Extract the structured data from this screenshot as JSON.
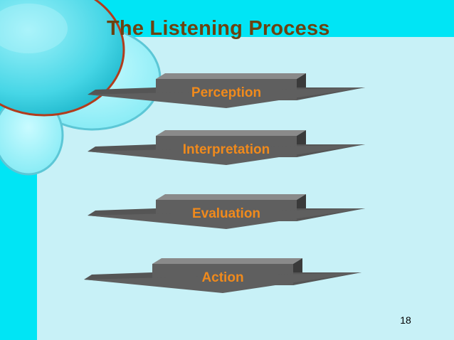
{
  "slide": {
    "title": "The Listening Process",
    "page_number": "18"
  },
  "steps": [
    {
      "label": "Perception"
    },
    {
      "label": "Interpretation"
    },
    {
      "label": "Evaluation"
    },
    {
      "label": "Action"
    }
  ],
  "colors": {
    "background_outer": "#00e5f5",
    "background_panel": "#c8f1f7",
    "title": "#6b4210",
    "step_text": "#f08a1c",
    "arrow_body": "#5f5f5f",
    "arrow_top": "#8a8a8a",
    "arrow_side": "#3a3a3a"
  }
}
